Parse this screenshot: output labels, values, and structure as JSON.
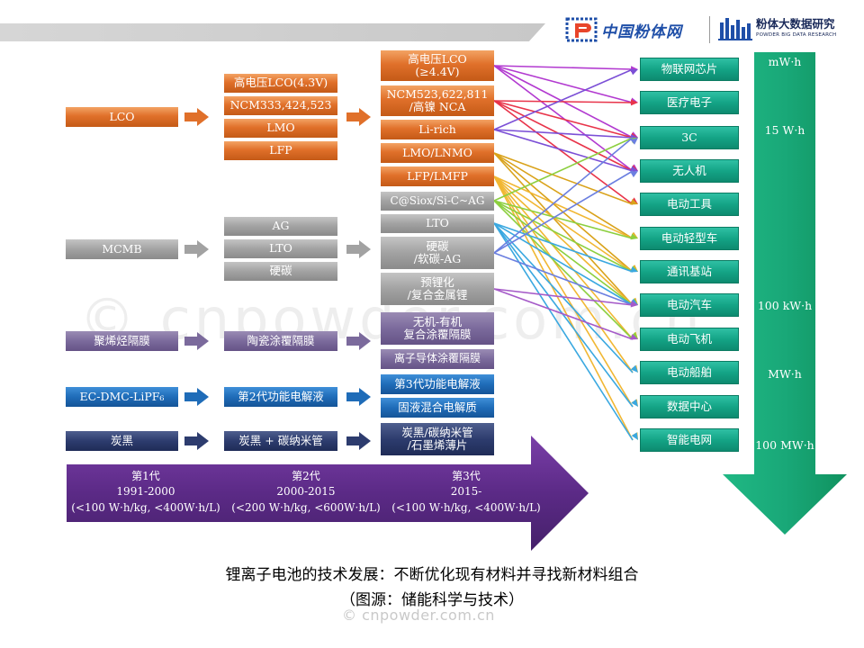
{
  "header": {
    "logo1_text": "中国粉体网",
    "logo2_cn": "粉体大数据研究",
    "logo2_en": "POWDER BIG DATA RESEARCH"
  },
  "rows": {
    "cathode": {
      "gen1": "LCO",
      "gen2": [
        "高电压LCO(4.3V)",
        "NCM333,424,523",
        "LMO",
        "LFP"
      ],
      "gen3": [
        {
          "l1": "高电压LCO",
          "l2": "(≥4.4V)"
        },
        {
          "l1": "NCM523,622,811",
          "l2": "/高镍 NCA"
        },
        {
          "l1": "Li-rich",
          "l2": ""
        },
        {
          "l1": "LMO/LNMO",
          "l2": ""
        },
        {
          "l1": "LFP/LMFP",
          "l2": ""
        }
      ]
    },
    "anode": {
      "gen1": "MCMB",
      "gen2": [
        "AG",
        "LTO",
        "硬碳"
      ],
      "gen3": [
        {
          "l1": "C@Siox/Si-C~AG",
          "l2": ""
        },
        {
          "l1": "LTO",
          "l2": ""
        },
        {
          "l1": "硬碳",
          "l2": "/软碳-AG"
        },
        {
          "l1": "预锂化",
          "l2": "/复合金属锂"
        }
      ]
    },
    "separator": {
      "gen1": "聚烯烃隔膜",
      "gen2": "陶瓷涂覆隔膜",
      "gen3": [
        {
          "l1": "无机-有机",
          "l2": "复合涂覆隔膜"
        },
        {
          "l1": "离子导体涂覆隔膜",
          "l2": ""
        }
      ]
    },
    "electrolyte": {
      "gen1": "EC-DMC-LiPF₆",
      "gen2": "第2代功能电解液",
      "gen3": [
        "第3代功能电解液",
        "固液混合电解质"
      ]
    },
    "conductive": {
      "gen1": "炭黑",
      "gen2": "炭黑 + 碳纳米管",
      "gen3": {
        "l1": "炭黑/碳纳米管",
        "l2": "/石墨烯薄片"
      }
    }
  },
  "applications": [
    "物联网芯片",
    "医疗电子",
    "3C",
    "无人机",
    "电动工具",
    "电动轻型车",
    "通讯基站",
    "电动汽车",
    "电动飞机",
    "电动船舶",
    "数据中心",
    "智能电网"
  ],
  "energy_labels": [
    "mW·h",
    "15 W·h",
    "100 kW·h",
    "MW·h",
    "100 MW·h"
  ],
  "generations": [
    {
      "name": "第1代",
      "years": "1991-2000",
      "spec": "(<100 W·h/kg, <400W·h/L)"
    },
    {
      "name": "第2代",
      "years": "2000-2015",
      "spec": "(<200 W·h/kg, <600W·h/L)"
    },
    {
      "name": "第3代",
      "years": "2015-",
      "spec": "(<100 W·h/kg, <400W·h/L)"
    }
  ],
  "caption": {
    "line1": "锂离子电池的技术发展：不断优化现有材料并寻找新材料组合",
    "line2": "（图源：储能科学与技术）"
  },
  "watermark": "© cnpowder.com.cn",
  "colors": {
    "orange": "#e0702a",
    "gray": "#a2a2a2",
    "purple": "#7b6a9c",
    "blue": "#1f6cb8",
    "navy": "#2d3c6e",
    "green": "#14a486",
    "generation_arrow": "#5b2a86"
  }
}
